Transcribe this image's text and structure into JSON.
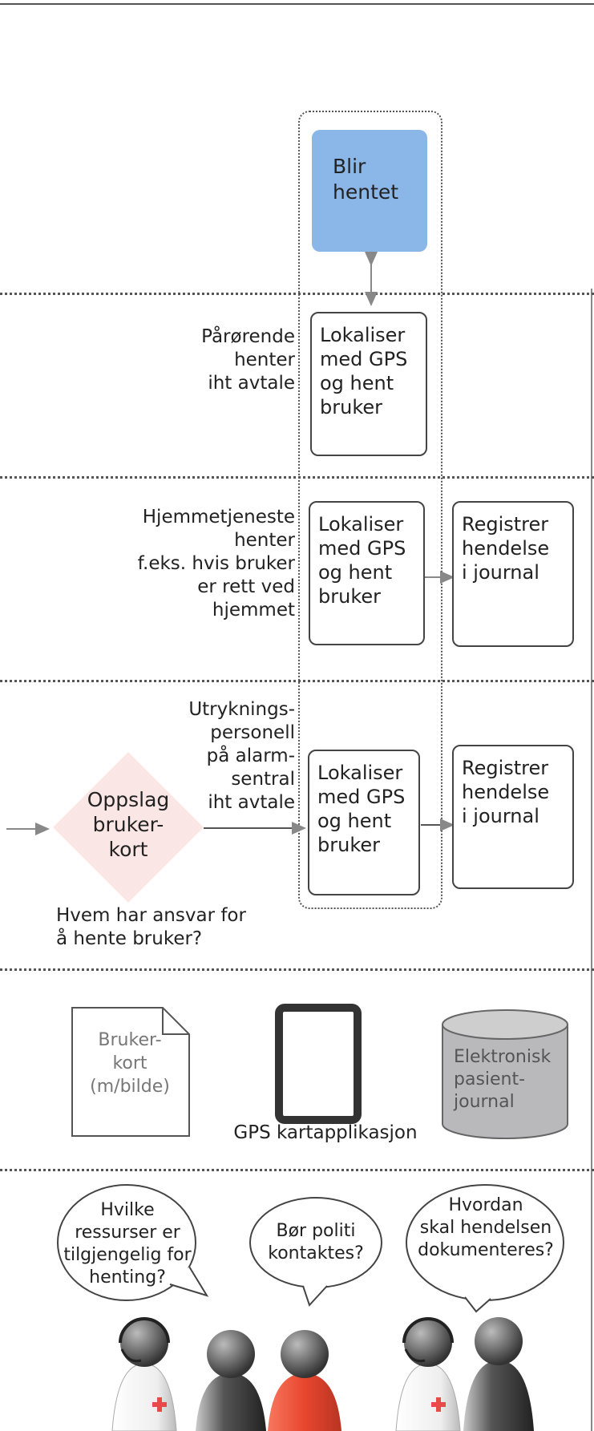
{
  "blue_box": "Blir\nhentet",
  "lane1": {
    "label": "Pårørende\nhenter\niht avtale",
    "box": "Lokaliser\nmed GPS\nog hent\nbruker"
  },
  "lane2": {
    "label": "Hjemmetjeneste\nhenter\nf.eks. hvis  bruker\ner rett ved\nhjemmet",
    "box": "Lokaliser\nmed GPS\nog hent\nbruker",
    "register": "Registrer\nhendelse\ni journal"
  },
  "lane3": {
    "label": "Utryknings-\npersonell\npå alarm-\nsentral\niht avtale",
    "box": "Lokaliser\nmed GPS\nog hent\nbruker",
    "register": "Registrer\nhendelse\ni journal",
    "diamond": "Oppslag\nbruker-\nkort",
    "question": "Hvem har ansvar for\nå hente bruker?"
  },
  "artifacts": {
    "document": "Bruker-\nkort\n(m/bilde)",
    "device_caption": "GPS kartapplikasjon",
    "database": "Elektronisk\npasient-\njournal"
  },
  "bubbles": [
    "Hvilke\nressurser er\ntilgjengelig for\nhenting?",
    "Bør politi\nkontaktes?",
    "Hvordan\nskal hendelsen\ndokumenteres?"
  ],
  "colors": {
    "blue_box": "#8ab6e8",
    "diamond": "#fbe6e6",
    "database": "#b9b8ba",
    "police_figure": "#e8462e",
    "cross": "#e84a4a"
  },
  "icons": [
    "document-icon",
    "tablet-icon",
    "database-icon",
    "person-icon"
  ]
}
